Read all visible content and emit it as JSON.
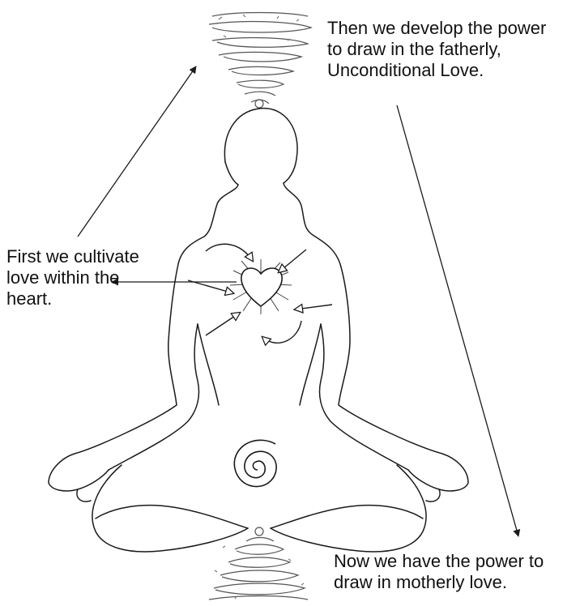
{
  "annotations": {
    "top": {
      "lines": [
        "Then we develop the power",
        "to draw in the fatherly,",
        "Unconditional Love."
      ]
    },
    "left": {
      "lines": [
        "First we cultivate",
        "love within the",
        "heart."
      ]
    },
    "bottom": {
      "lines": [
        "Now we have the power to",
        "draw in motherly love."
      ]
    }
  },
  "colors": {
    "outline": "#1a1a1a",
    "background": "#ffffff"
  },
  "icons": {
    "figure": "meditating-figure-outline",
    "top_vortex": "spiral-vortex-icon",
    "bottom_vortex": "spiral-vortex-icon",
    "heart": "radiant-heart-icon",
    "navel": "spiral-icon"
  }
}
